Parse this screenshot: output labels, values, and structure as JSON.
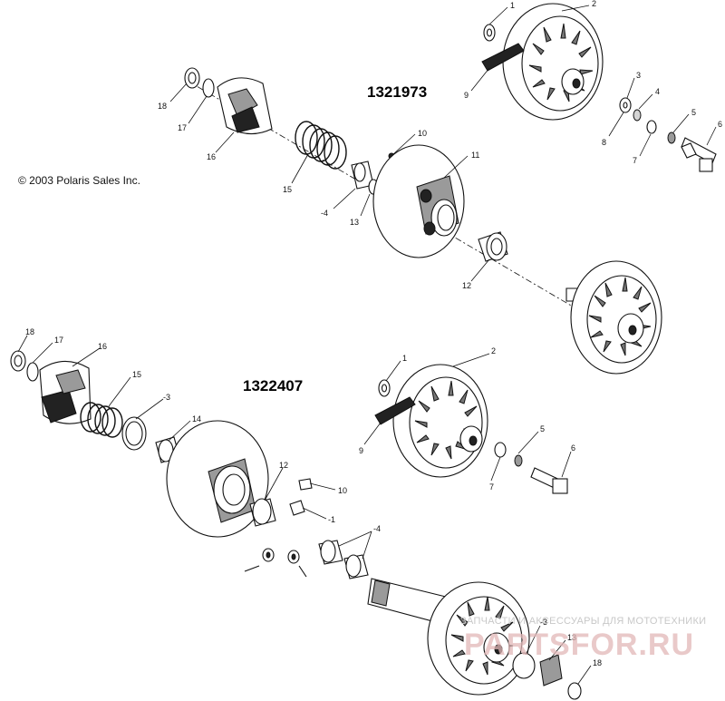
{
  "assemblies": [
    {
      "number": "1321973"
    },
    {
      "number": "1322407"
    }
  ],
  "copyright": "© 2003 Polaris Sales Inc.",
  "watermark": {
    "tagline": "ЗАПЧАСТИ И АКСЕССУАРЫ ДЛЯ МОТОТЕХНИКИ",
    "brand": "PARTSFOR.RU"
  },
  "callouts_top": [
    "1",
    "2",
    "3",
    "4",
    "5",
    "6",
    "7",
    "8",
    "9",
    "10",
    "11",
    "12",
    "13",
    "-4",
    "15",
    "16",
    "17",
    "18"
  ],
  "callouts_bottom": [
    "18",
    "17",
    "16",
    "15",
    "-3",
    "14",
    "12",
    "10",
    "-1",
    "1",
    "2",
    "5",
    "6",
    "7",
    "9",
    "-4",
    "-3",
    "13",
    "18"
  ]
}
